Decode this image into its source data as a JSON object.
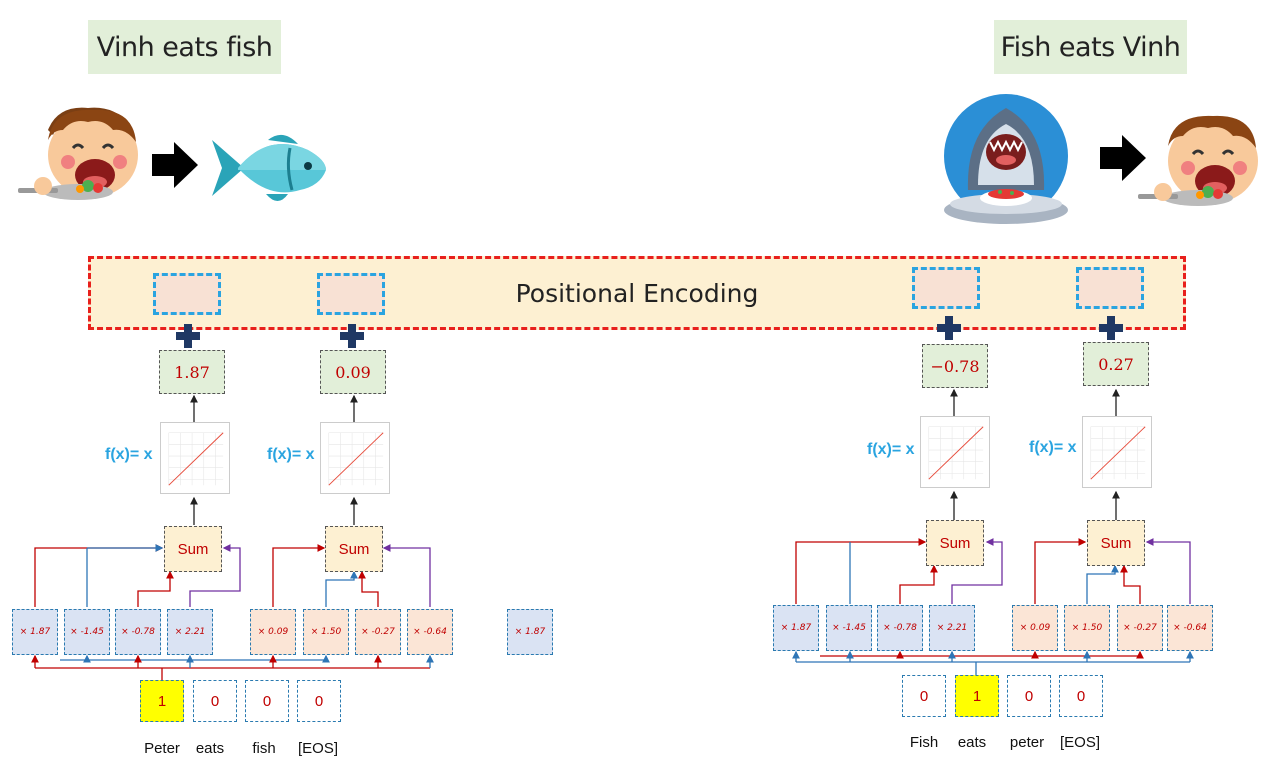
{
  "titles": {
    "left": "Vinh eats fish",
    "right": "Fish eats Vinh"
  },
  "positional_encoding": {
    "label": "Positional Encoding"
  },
  "function_label": "f(x)= x",
  "sum_label": "Sum",
  "left": {
    "outputs": [
      "1.87",
      "0.09"
    ],
    "weights_blue": [
      "× 1.87",
      "× -1.45",
      "× -0.78",
      "× 2.21"
    ],
    "weights_orange": [
      "× 0.09",
      "× 1.50",
      "× -0.27",
      "× -0.64"
    ],
    "extra_weight": "× 1.87",
    "onehot": [
      "1",
      "0",
      "0",
      "0"
    ],
    "words": [
      "Peter",
      "eats",
      "fish",
      "[EOS]"
    ]
  },
  "right": {
    "outputs": [
      "−0.78",
      "0.27"
    ],
    "weights_blue": [
      "× 1.87",
      "× -1.45",
      "× -0.78",
      "× 2.21"
    ],
    "weights_orange": [
      "× 0.09",
      "× 1.50",
      "× -0.27",
      "× -0.64"
    ],
    "onehot": [
      "0",
      "1",
      "0",
      "0"
    ],
    "words": [
      "Fish",
      "eats",
      "peter",
      "[EOS]"
    ]
  },
  "colors": {
    "red": "#c00000",
    "blue": "#2e75b6",
    "purple": "#7030a0",
    "dash_red": "#e8201c",
    "dash_blue": "#2aa4e0"
  },
  "icons": [
    "boy-eating-icon",
    "arrow-right-icon",
    "fish-icon",
    "shark-eating-icon"
  ]
}
